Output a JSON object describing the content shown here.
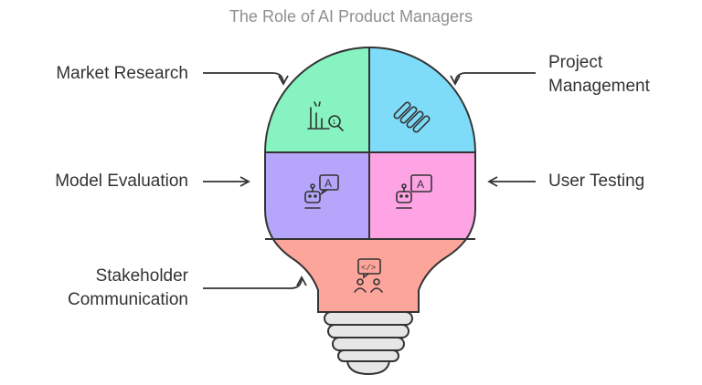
{
  "title": "The Role of AI Product Managers",
  "segments": [
    {
      "key": "market",
      "label": "Market Research",
      "color": "#86f3c0",
      "icon": "bar-chart-magnifier-icon"
    },
    {
      "key": "project",
      "label": "Project Management",
      "label_lines": [
        "Project",
        "Management"
      ],
      "color": "#7fdcf9",
      "icon": "tasks-stripes-icon"
    },
    {
      "key": "model",
      "label": "Model Evaluation",
      "color": "#b6a6fb",
      "icon": "robot-ai-chat-icon"
    },
    {
      "key": "user",
      "label": "User Testing",
      "color": "#fea4e5",
      "icon": "robot-ai-screen-icon"
    },
    {
      "key": "stakeholder",
      "label": "Stakeholder Communication",
      "label_lines": [
        "Stakeholder",
        "Communication"
      ],
      "color": "#fca59b",
      "icon": "people-code-bubble-icon"
    }
  ],
  "bulb": {
    "outline_color": "#333333",
    "base_color": "#e6e6e6",
    "base_icon": "bulb-screw-base"
  }
}
